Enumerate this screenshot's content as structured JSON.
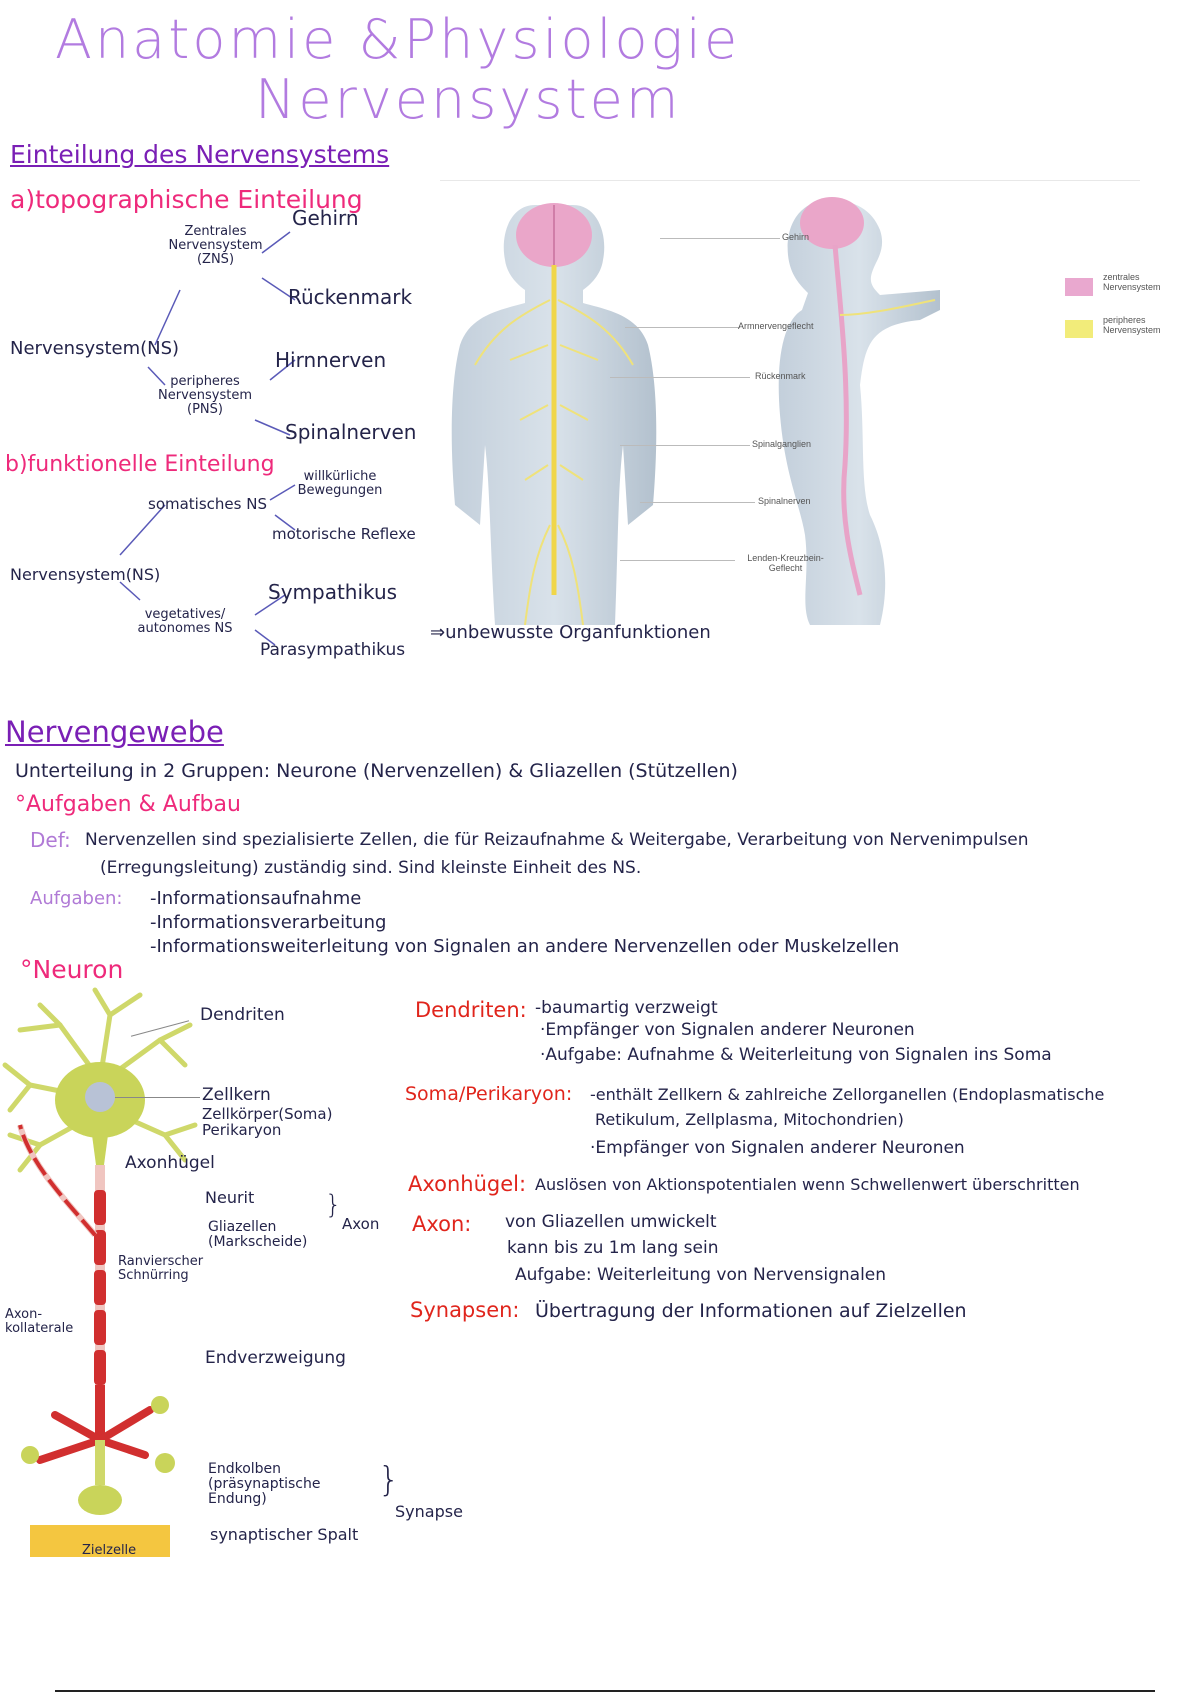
{
  "title": {
    "line1": "Anatomie &Physiologie",
    "line2": "Nervensystem"
  },
  "section1": {
    "heading": "Einteilung des Nervensystems",
    "a_heading": "a)topographische Einteilung",
    "zns": "Zentrales Nervensystem (ZNS)",
    "gehirn": "Gehirn",
    "rueckenmark": "Rückenmark",
    "ns": "Nervensystem(NS)",
    "pns": "peripheres Nervensystem (PNS)",
    "hirnnerven": "Hirnnerven",
    "spinalnerven": "Spinalnerven",
    "b_heading": "b)funktionelle Einteilung",
    "somatisch": "somatisches NS",
    "willkuerlich": "willkürliche Bewegungen",
    "motorisch": "motorische Reflexe",
    "ns2": "Nervensystem(NS)",
    "vegetativ": "vegetatives/ autonomes NS",
    "sympathikus": "Sympathikus",
    "parasympathikus": "Parasympathikus",
    "unbewusst": "⇒unbewusste Organfunktionen"
  },
  "figure_body": {
    "labels": {
      "gehirn": "Gehirn",
      "armnerven": "Armnervengeflecht",
      "rueckenmark": "Rückenmark",
      "spinalganglien": "Spinalganglien",
      "spinalnerven": "Spinalnerven",
      "lenden": "Lenden-Kreuzbein-Geflecht"
    },
    "legend": {
      "zns": "zentrales Nervensystem",
      "pns": "peripheres Nervensystem",
      "zns_color": "#e9a8cf",
      "pns_color": "#f2ec7a"
    }
  },
  "section2": {
    "heading": "Nervengewebe",
    "intro": "Unterteilung in 2 Gruppen: Neurone (Nervenzellen) & Gliazellen (Stützellen)",
    "aufgaben_heading": "°Aufgaben & Aufbau",
    "def_label": "Def:",
    "def_text1": "Nervenzellen sind spezialisierte Zellen, die für Reizaufnahme & Weitergabe, Verarbeitung von Nervenimpulsen",
    "def_text2": "(Erregungsleitung) zuständig sind. Sind kleinste Einheit des NS.",
    "aufgaben_label": "Aufgaben:",
    "aufgabe1": "-Informationsaufnahme",
    "aufgabe2": "-Informationsverarbeitung",
    "aufgabe3": "-Informationsweiterleitung von Signalen an andere Nervenzellen oder Muskelzellen",
    "neuron_heading": "°Neuron"
  },
  "neuron_figure": {
    "dendriten": "Dendriten",
    "zellkern": "Zellkern",
    "zellkoerper": "Zellkörper(Soma) Perikaryon",
    "axonhuegel": "Axonhügel",
    "neurit": "Neurit",
    "gliazellen": "Gliazellen (Markscheide)",
    "axon": "Axon",
    "ranvier": "Ranvierscher Schnürring",
    "axonkollaterale": "Axon-kollaterale",
    "endverzweigung": "Endverzweigung",
    "endkolben": "Endkolben (präsynaptische Endung)",
    "synapse": "Synapse",
    "spalt": "synaptischer Spalt",
    "zielzelle": "Zielzelle"
  },
  "definitions": [
    {
      "term": "Dendriten:",
      "lines": [
        "-baumartig verzweigt",
        "·Empfänger von Signalen anderer Neuronen",
        "·Aufgabe: Aufnahme & Weiterleitung von Signalen ins Soma"
      ]
    },
    {
      "term": "Soma/Perikaryon:",
      "lines": [
        "-enthält Zellkern & zahlreiche Zellorganellen (Endoplasmatische",
        "Retikulum, Zellplasma, Mitochondrien)",
        "·Empfänger von Signalen anderer Neuronen"
      ]
    },
    {
      "term": "Axonhügel:",
      "lines": [
        "Auslösen von Aktionspotentialen wenn Schwellenwert überschritten"
      ]
    },
    {
      "term": "Axon:",
      "lines": [
        "von Gliazellen umwickelt",
        "kann bis zu 1m lang sein",
        "Aufgabe: Weiterleitung von Nervensignalen"
      ]
    },
    {
      "term": "Synapsen:",
      "lines": [
        "Übertragung der Informationen auf Zielzellen"
      ]
    }
  ]
}
